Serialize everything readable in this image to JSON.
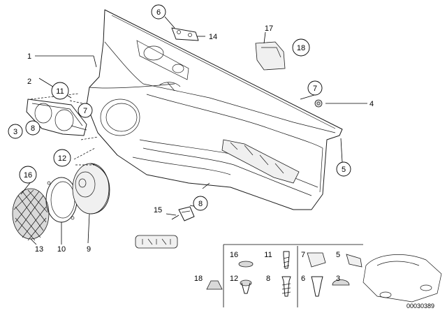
{
  "callouts": [
    {
      "id": "c1",
      "label": "1",
      "circled": false
    },
    {
      "id": "c2",
      "label": "2",
      "circled": false
    },
    {
      "id": "c3",
      "label": "3",
      "circled": true
    },
    {
      "id": "c4",
      "label": "4",
      "circled": false
    },
    {
      "id": "c5",
      "label": "5",
      "circled": true
    },
    {
      "id": "c6",
      "label": "6",
      "circled": true
    },
    {
      "id": "c7a",
      "label": "7",
      "circled": true
    },
    {
      "id": "c7b",
      "label": "7",
      "circled": true
    },
    {
      "id": "c8a",
      "label": "8",
      "circled": true
    },
    {
      "id": "c8b",
      "label": "8",
      "circled": true
    },
    {
      "id": "c9",
      "label": "9",
      "circled": false
    },
    {
      "id": "c10",
      "label": "10",
      "circled": false
    },
    {
      "id": "c11",
      "label": "11",
      "circled": true
    },
    {
      "id": "c12",
      "label": "12",
      "circled": true
    },
    {
      "id": "c13",
      "label": "13",
      "circled": false
    },
    {
      "id": "c14",
      "label": "14",
      "circled": false
    },
    {
      "id": "c15",
      "label": "15",
      "circled": false
    },
    {
      "id": "c16",
      "label": "16",
      "circled": true
    },
    {
      "id": "c17",
      "label": "17",
      "circled": false
    },
    {
      "id": "c18",
      "label": "18",
      "circled": true
    }
  ],
  "legend": [
    {
      "id": "l16",
      "label": "16"
    },
    {
      "id": "l11",
      "label": "11"
    },
    {
      "id": "l7",
      "label": "7"
    },
    {
      "id": "l5",
      "label": "5"
    },
    {
      "id": "l12",
      "label": "12"
    },
    {
      "id": "l8",
      "label": "8"
    },
    {
      "id": "l6",
      "label": "6"
    },
    {
      "id": "l3",
      "label": "3"
    },
    {
      "id": "l18",
      "label": "18"
    }
  ],
  "part_number": "00030389"
}
